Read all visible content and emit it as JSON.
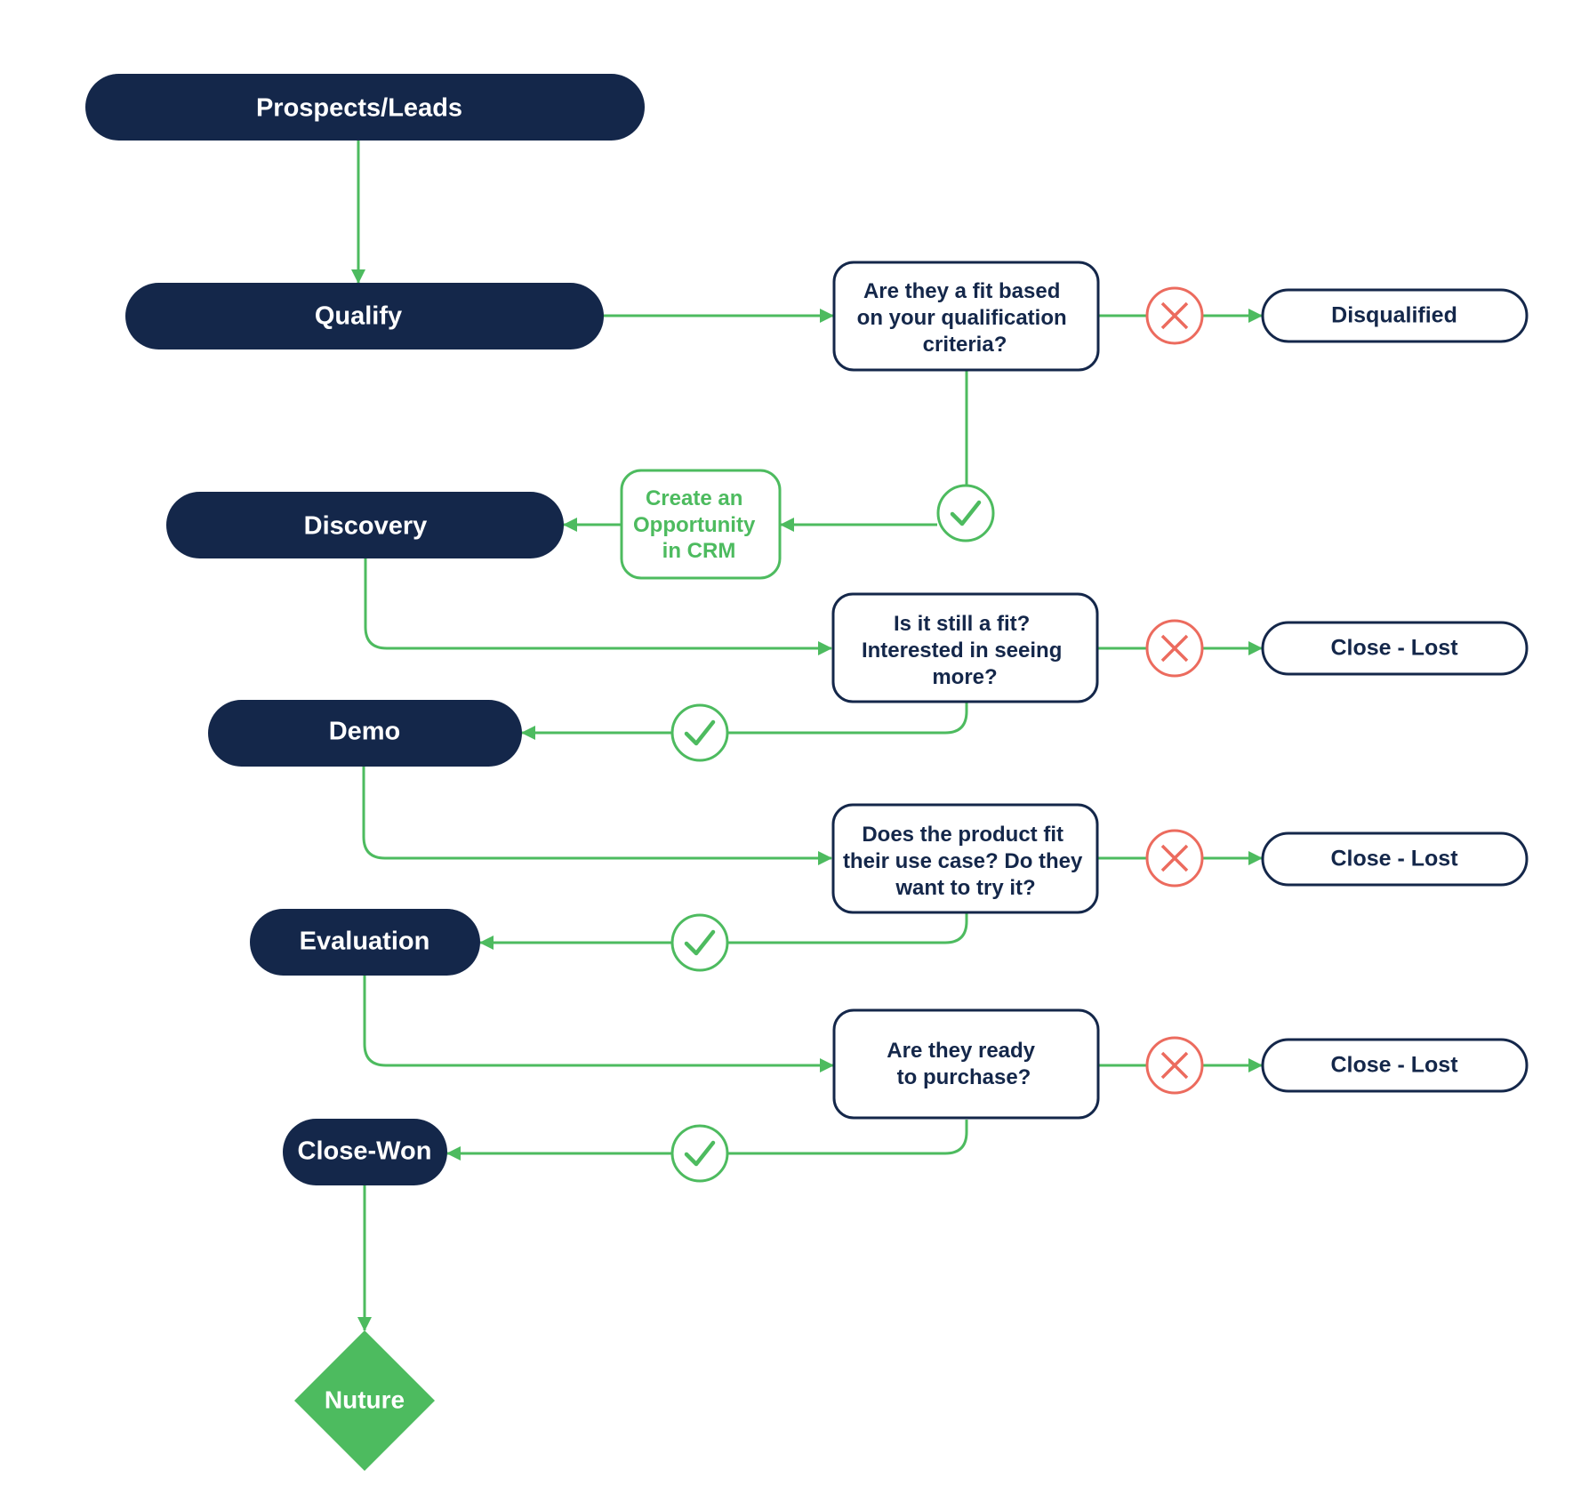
{
  "colors": {
    "navy": "#14274a",
    "green": "#4dbb5f",
    "red": "#ec6b5e",
    "white": "#ffffff"
  },
  "stages": {
    "prospects": "Prospects/Leads",
    "qualify": "Qualify",
    "discovery": "Discovery",
    "demo": "Demo",
    "evaluation": "Evaluation",
    "close_won": "Close-Won"
  },
  "questions": {
    "q1": [
      "Are they a fit based",
      "on your qualification",
      "criteria?"
    ],
    "q2": [
      "Is it still a fit?",
      "Interested in seeing",
      "more?"
    ],
    "q3": [
      "Does the product fit",
      "their use case? Do they",
      "want to try it?"
    ],
    "q4": [
      "Are they ready",
      "to purchase?"
    ]
  },
  "outcomes": {
    "disqualified": "Disqualified",
    "lost_1": "Close - Lost",
    "lost_2": "Close - Lost",
    "lost_3": "Close - Lost"
  },
  "crm_action": [
    "Create an",
    "Opportunity",
    "in CRM"
  ],
  "nurture": "Nuture",
  "icons": {
    "yes": "check-circle-icon",
    "no": "x-circle-icon"
  }
}
